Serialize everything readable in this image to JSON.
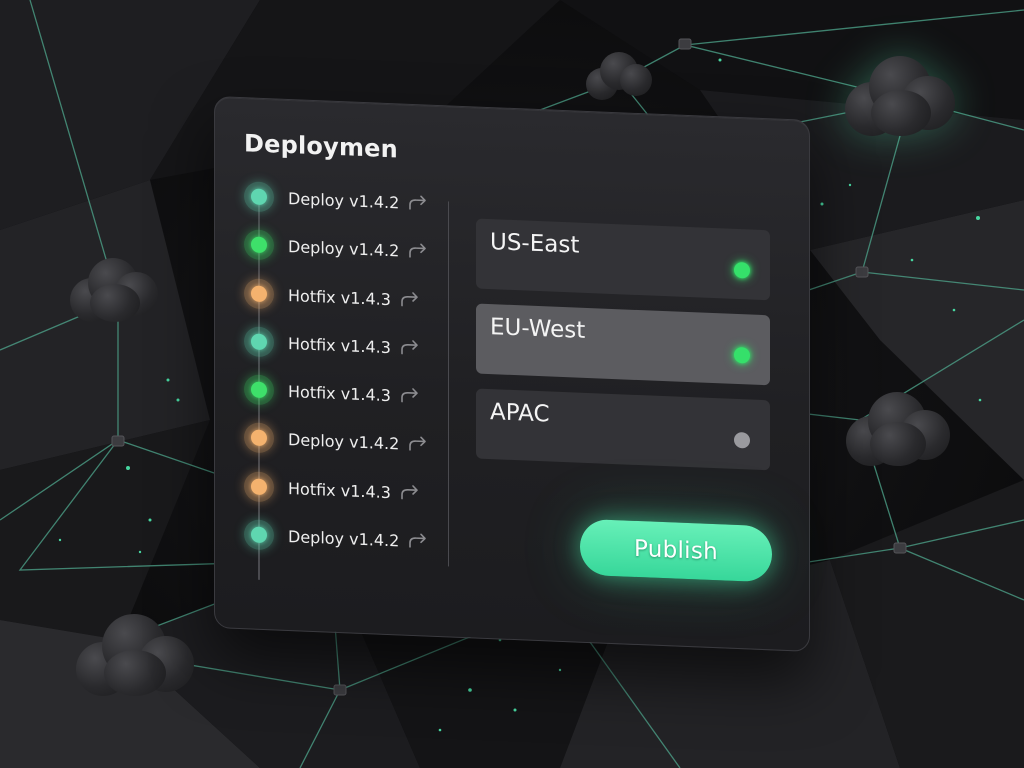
{
  "panel": {
    "title": "Deploymen"
  },
  "timeline": [
    {
      "label": "Deploy v1.4.2",
      "status": "teal"
    },
    {
      "label": "Deploy v1.4.2",
      "status": "green"
    },
    {
      "label": "Hotfix v1.4.3",
      "status": "orange"
    },
    {
      "label": "Hotfix v1.4.3",
      "status": "teal"
    },
    {
      "label": "Hotfix v1.4.3",
      "status": "green"
    },
    {
      "label": "Deploy v1.4.2",
      "status": "orange"
    },
    {
      "label": "Hotfix v1.4.3",
      "status": "orange"
    },
    {
      "label": "Deploy v1.4.2",
      "status": "teal"
    }
  ],
  "regions": [
    {
      "name": "US-East",
      "status": "online",
      "selected": false
    },
    {
      "name": "EU-West",
      "status": "online",
      "selected": true
    },
    {
      "name": "APAC",
      "status": "offline",
      "selected": false
    }
  ],
  "publish_button": {
    "label": "Publish"
  },
  "colors": {
    "teal": "#5fd6b0",
    "green": "#3ee06a",
    "orange": "#f4b26e",
    "online": "#35e06a",
    "offline": "#9a9a9e",
    "accent": "#4fe3a6"
  },
  "icons": {
    "timeline_action": "redo-arrow-icon",
    "network_node": "cloud-icon"
  }
}
